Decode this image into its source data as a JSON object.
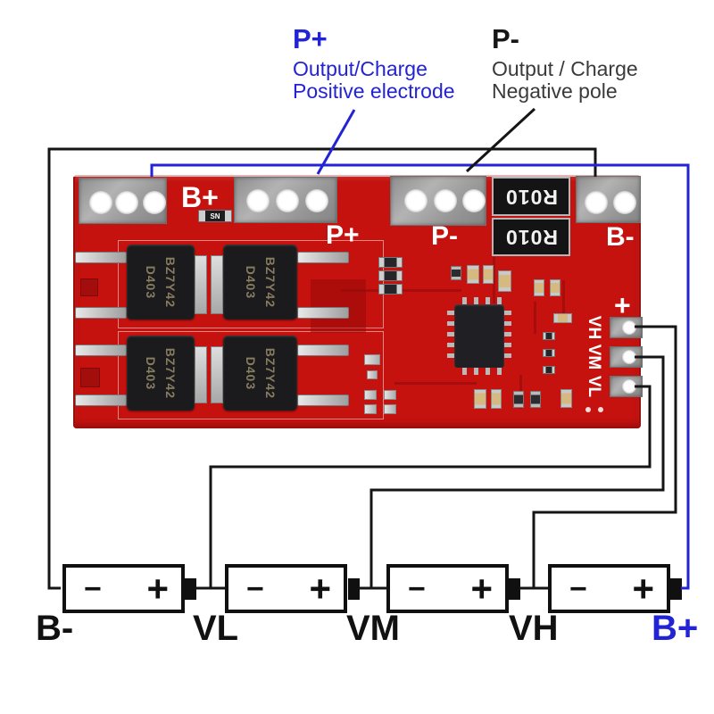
{
  "annotations": {
    "p_plus": {
      "title": "P+",
      "line1": "Output/Charge",
      "line2": "Positive electrode"
    },
    "p_minus": {
      "title": "P-",
      "line1": "Output / Charge",
      "line2": "Negative pole"
    }
  },
  "board": {
    "pad_labels": {
      "b_plus": "B+",
      "p_plus": "P+",
      "p_minus": "P-",
      "b_minus": "B-"
    },
    "sense_labels": {
      "vh": "VH",
      "vm": "VM",
      "vl": "VL",
      "plus_mark": "+"
    },
    "shunt_resistor_label": "R010",
    "smd_label": "SN",
    "mosfet_code_left": "D403",
    "mosfet_code_right": "BZ7Y42"
  },
  "battery_bank": {
    "cell_minus": "−",
    "cell_plus": "+",
    "terminal_labels": [
      "B-",
      "VL",
      "VM",
      "VH",
      "B+"
    ]
  },
  "colors": {
    "accent_blue": "#2323d6",
    "wire_black": "#151515",
    "board_red": "#c5120f"
  }
}
